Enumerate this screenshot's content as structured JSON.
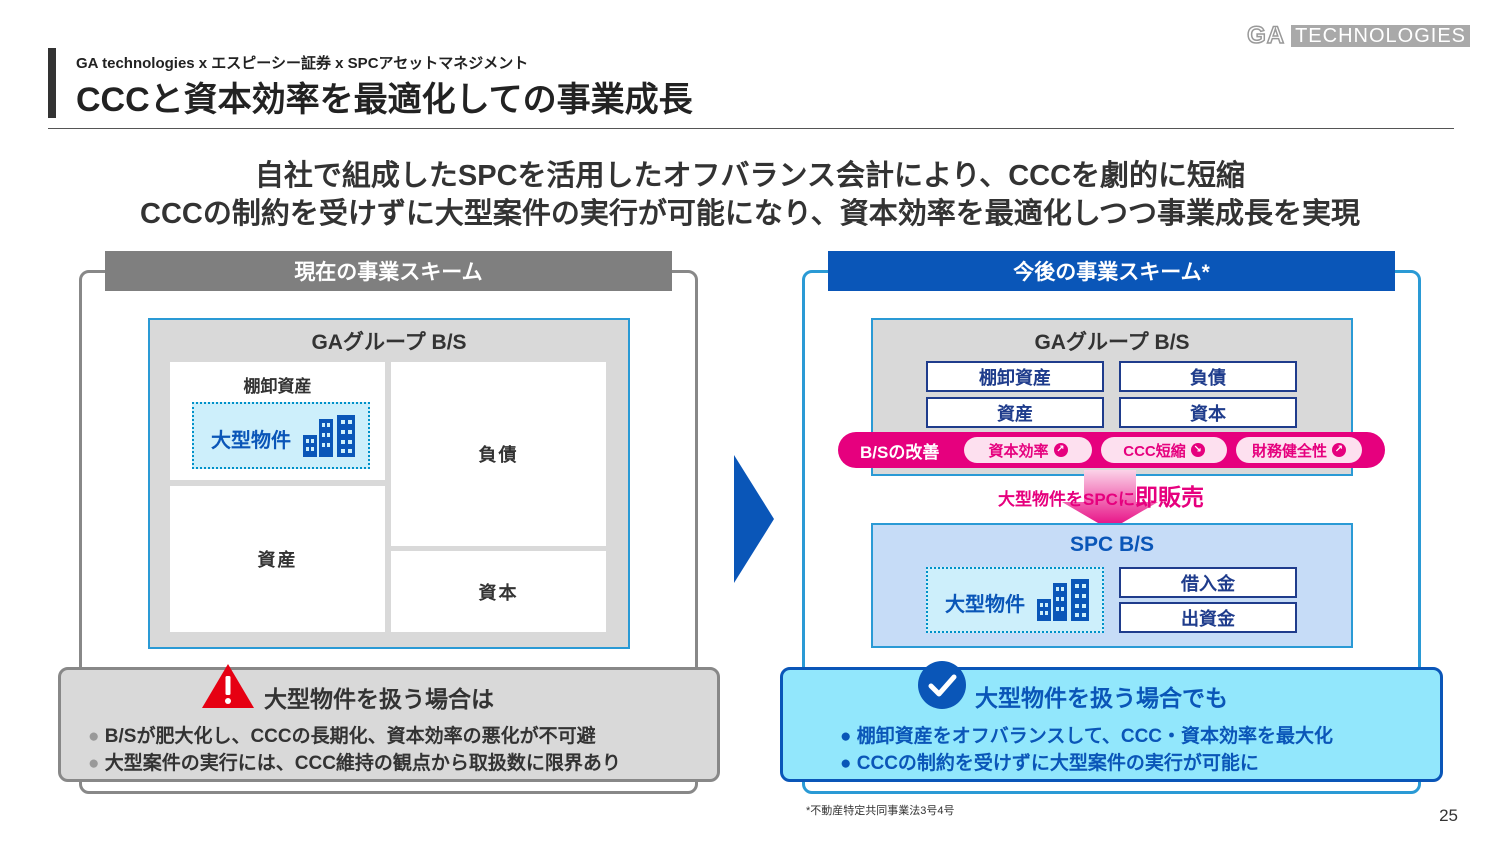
{
  "header": {
    "subtitle": "GA technologies x エスピーシー証券 x SPCアセットマネジメント",
    "title": "CCCと資本効率を最適化しての事業成長",
    "logo_ga": "GA",
    "logo_tech": "TECHNOLOGIES"
  },
  "lead": {
    "line1": "自社で組成したSPCを活用したオフバランス会計により、CCCを劇的に短縮",
    "line2": "CCCの制約を受けずに大型案件の実行が可能になり、資本効率を最適化しつつ事業成長を実現"
  },
  "current": {
    "heading": "現在の事業スキーム",
    "bs_title": "GAグループ B/S",
    "inventory": "棚卸資産",
    "large_property": "大型物件",
    "liabilities": "負債",
    "assets": "資産",
    "equity": "資本",
    "note_title": "大型物件を扱う場合は",
    "bullets": [
      "B/Sが肥大化し、CCCの長期化、資本効率の悪化が不可避",
      "大型案件の実行には、CCC維持の観点から取扱数に限界あり"
    ]
  },
  "future": {
    "heading": "今後の事業スキーム*",
    "bs_title": "GAグループ B/S",
    "inventory": "棚卸資産",
    "liabilities": "負債",
    "assets": "資産",
    "equity": "資本",
    "improve_label": "B/Sの改善",
    "pills": [
      "資本効率",
      "CCC短縮",
      "財務健全性"
    ],
    "sell_small": "大型物件をSPCに",
    "sell_big": "即販売",
    "spc_title": "SPC B/S",
    "large_property": "大型物件",
    "borrowings": "借入金",
    "investment": "出資金",
    "note_title": "大型物件を扱う場合でも",
    "bullets": [
      "棚卸資産をオフバランスして、CCC・資本効率を最大化",
      "CCCの制約を受けずに大型案件の実行が可能に"
    ]
  },
  "footnote": "*不動産特定共同事業法3号4号",
  "page_number": "25",
  "colors": {
    "accent_blue": "#0a56b8",
    "pink": "#e6007e",
    "gray": "#7f7f7f",
    "warning_red": "#e60012"
  }
}
